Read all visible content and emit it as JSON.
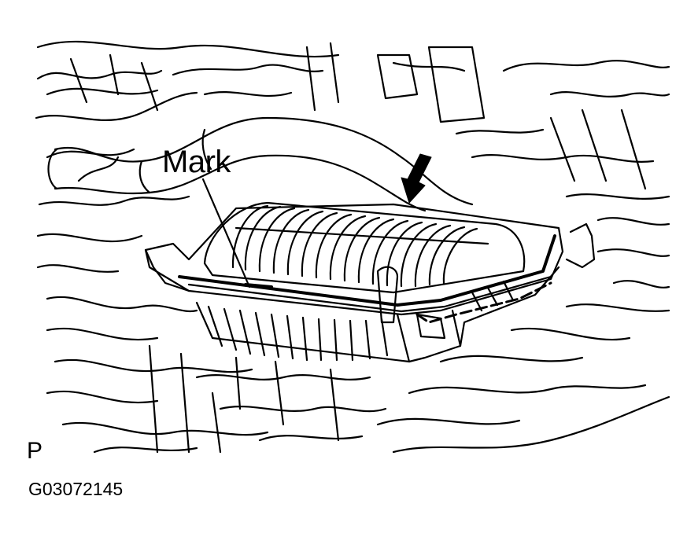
{
  "diagram": {
    "callout": "Mark",
    "corner_letter": "P",
    "figure_code": "G03072145"
  },
  "colors": {
    "ink": "#000000",
    "paper": "#ffffff"
  }
}
